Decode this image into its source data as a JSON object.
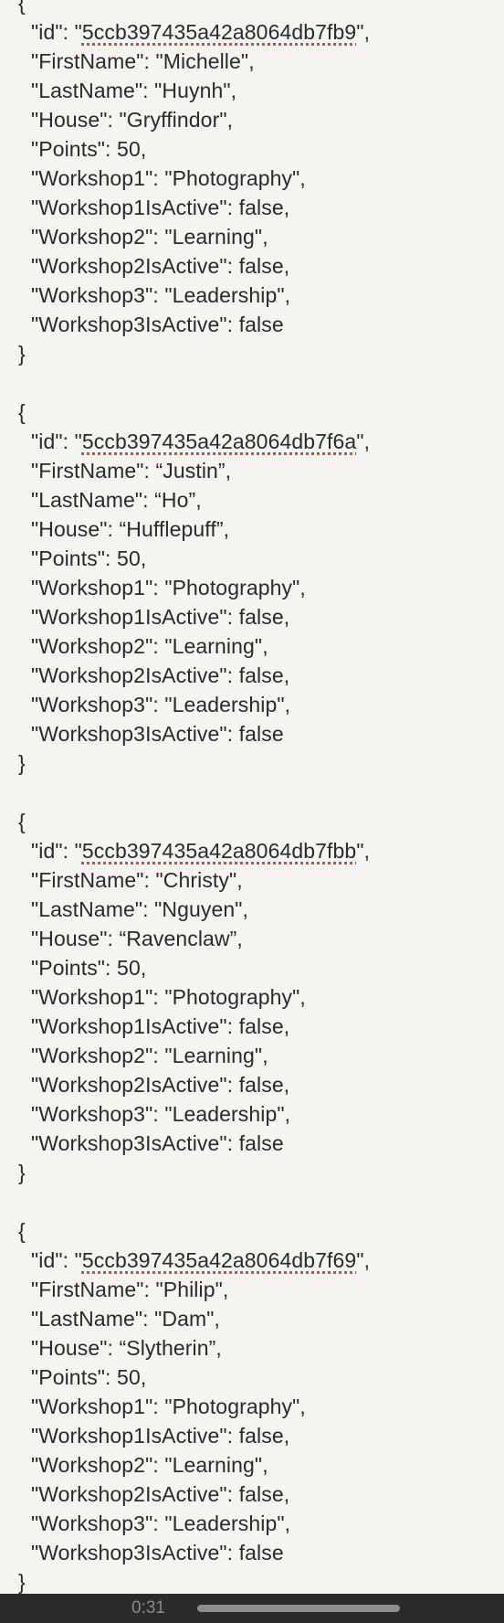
{
  "records": [
    {
      "id": "5ccb397435a42a8064db7fb9",
      "FirstName": "\"Michelle\"",
      "LastName": "\"Huynh\"",
      "House": "\"Gryffindor\"",
      "Points": "50",
      "Workshop1": "\"Photography\"",
      "Workshop1IsActive": "false",
      "Workshop2": "\"Learning\"",
      "Workshop2IsActive": "false",
      "Workshop3": "\"Leadership\"",
      "Workshop3IsActive": "false"
    },
    {
      "id": "5ccb397435a42a8064db7f6a",
      "FirstName": "“Justin”",
      "LastName": "“Ho”",
      "House": "“Hufflepuff”",
      "Points": "50",
      "Workshop1": "\"Photography\"",
      "Workshop1IsActive": "false",
      "Workshop2": "\"Learning\"",
      "Workshop2IsActive": "false",
      "Workshop3": "\"Leadership\"",
      "Workshop3IsActive": "false"
    },
    {
      "id": "5ccb397435a42a8064db7fbb",
      "FirstName": "\"Christy\"",
      "LastName": "\"Nguyen\"",
      "House": "“Ravenclaw”",
      "Points": "50",
      "Workshop1": "\"Photography\"",
      "Workshop1IsActive": "false",
      "Workshop2": "\"Learning\"",
      "Workshop2IsActive": "false",
      "Workshop3": "\"Leadership\"",
      "Workshop3IsActive": "false"
    },
    {
      "id": "5ccb397435a42a8064db7f69",
      "FirstName": "\"Philip\"",
      "LastName": "\"Dam\"",
      "House": "“Slytherin”",
      "Points": "50",
      "Workshop1": "\"Photography\"",
      "Workshop1IsActive": "false",
      "Workshop2": "\"Learning\"",
      "Workshop2IsActive": "false",
      "Workshop3": "\"Leadership\"",
      "Workshop3IsActive": "false"
    }
  ],
  "media": {
    "time": "0:31",
    "progress_fraction": 0.5
  },
  "colors": {
    "text": "#2b2b2b",
    "background": "#f6f5f2",
    "spellcheck_underline": "#e0443b",
    "media_bar": "#2b2b2b"
  }
}
